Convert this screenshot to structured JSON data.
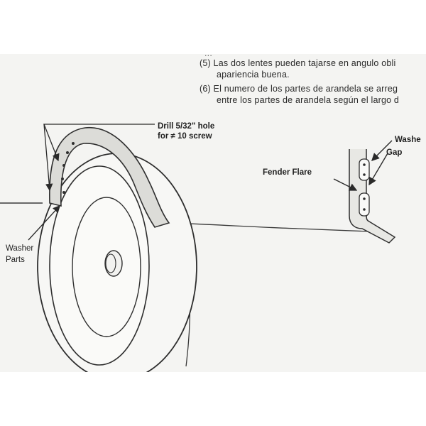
{
  "instructions": {
    "line_0": "...",
    "line_5a": "(5)  Las dos lentes pueden tajarse en angulo obli",
    "line_5b": "apariencia buena.",
    "line_6a": "(6)  El numero de los partes de arandela se arreg",
    "line_6b": "entre los partes de arandela según el largo d"
  },
  "callouts": {
    "drill_line1": "Drill 5/32\" hole",
    "drill_line2": "for ≠ 10 screw",
    "washer_parts_line1": "Washer",
    "washer_parts_line2": "Parts",
    "fender_flare": "Fender Flare",
    "washer": "Washe",
    "gap": "Gap"
  },
  "colors": {
    "sheet": "#f4f4f2",
    "ink": "#2a2a2a",
    "flare_fill": "#dcdcd8"
  }
}
